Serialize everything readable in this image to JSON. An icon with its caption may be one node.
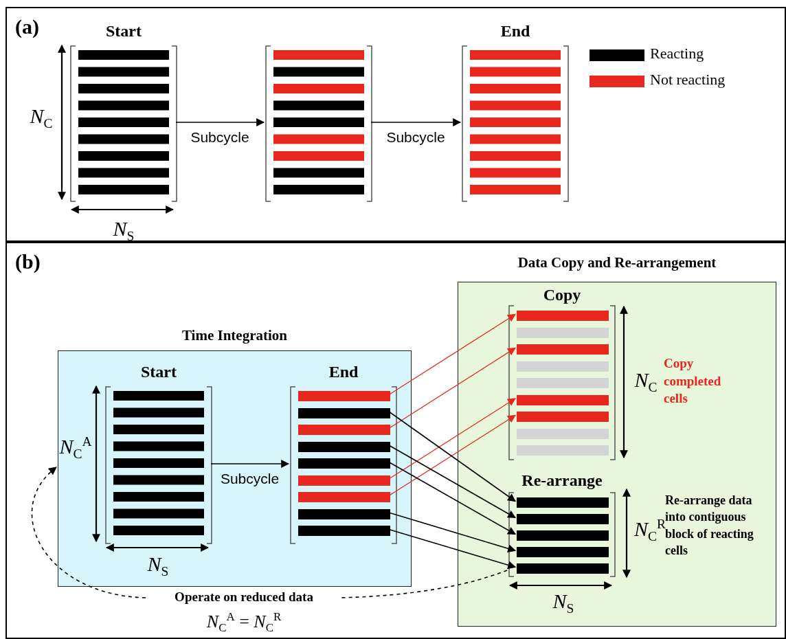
{
  "diagram": {
    "nodes": [
      {
        "text": [
          "(a)"
        ]
      },
      {
        "text": [
          "Start"
        ],
        "in": 0
      },
      {
        "text": [],
        "shape": "box",
        "in": 0
      },
      {
        "text": [
          "End"
        ],
        "in": 0
      },
      {
        "text": [
          "(b)"
        ]
      },
      {
        "text": [
          "Time Integration"
        ],
        "in": 4
      },
      {
        "text": [
          "Start"
        ],
        "in": 5
      },
      {
        "text": [
          "End"
        ],
        "in": 5
      },
      {
        "text": [],
        "shape": "bar",
        "in": 7
      },
      {
        "text": [],
        "shape": "bar",
        "in": 7
      },
      {
        "text": [],
        "shape": "bar",
        "in": 7
      },
      {
        "text": [],
        "shape": "bar",
        "in": 7
      },
      {
        "text": [],
        "shape": "bar",
        "in": 7
      },
      {
        "text": [],
        "shape": "bar",
        "in": 7
      },
      {
        "text": [],
        "shape": "bar",
        "in": 7
      },
      {
        "text": [],
        "shape": "bar",
        "in": 7
      },
      {
        "text": [],
        "shape": "bar",
        "in": 7
      },
      {
        "text": [
          "Data Copy and Re-arrangement"
        ],
        "in": 4
      },
      {
        "text": [
          "Copy"
        ],
        "in": 17
      },
      {
        "text": [],
        "shape": "bar",
        "in": 18
      },
      {
        "text": [],
        "shape": "bar",
        "in": 18
      },
      {
        "text": [],
        "shape": "bar",
        "in": 18
      },
      {
        "text": [],
        "shape": "bar",
        "in": 18
      },
      {
        "text": [],
        "shape": "bar",
        "in": 18
      },
      {
        "text": [],
        "shape": "bar",
        "in": 18
      },
      {
        "text": [],
        "shape": "bar",
        "in": 18
      },
      {
        "text": [],
        "shape": "bar",
        "in": 18
      },
      {
        "text": [],
        "shape": "bar",
        "in": 18
      },
      {
        "text": [
          "Re-arrange"
        ],
        "in": 17
      },
      {
        "text": [],
        "shape": "bar",
        "in": 28
      },
      {
        "text": [],
        "shape": "bar",
        "in": 28
      },
      {
        "text": [],
        "shape": "bar",
        "in": 28
      },
      {
        "text": [],
        "shape": "bar",
        "in": 28
      },
      {
        "text": [],
        "shape": "bar",
        "in": 28
      },
      {
        "text": [
          "Operate on reduced data",
          "*N*$_{C}$$^{A}$ = *N*$_{C}$$^{R}$"
        ],
        "in": 4
      }
    ],
    "edges": [
      {
        "from": 1,
        "to": 2,
        "arrow": "to",
        "label": "Subcycle"
      },
      {
        "from": 2,
        "to": 3,
        "arrow": "to",
        "label": "Subcycle"
      },
      {
        "from": 6,
        "to": 7,
        "arrow": "to",
        "label": "Subcycle"
      },
      {
        "from": 8,
        "to": 19,
        "arrow": "to",
        "color": "#e8281e"
      },
      {
        "from": 10,
        "to": 21,
        "arrow": "to",
        "color": "#e8281e"
      },
      {
        "from": 13,
        "to": 24,
        "arrow": "to",
        "color": "#e8281e"
      },
      {
        "from": 14,
        "to": 25,
        "arrow": "to",
        "color": "#e8281e"
      },
      {
        "from": 9,
        "to": 29,
        "arrow": "to"
      },
      {
        "from": 11,
        "to": 30,
        "arrow": "to"
      },
      {
        "from": 12,
        "to": 31,
        "arrow": "to"
      },
      {
        "from": 15,
        "to": 32,
        "arrow": "to"
      },
      {
        "from": 16,
        "to": 33,
        "arrow": "to"
      },
      {
        "from": 34,
        "to": 5,
        "arrow": "to",
        "style": "dashed"
      },
      {
        "from": 28,
        "to": 34,
        "arrow": "none",
        "style": "dashed"
      }
    ],
    "labels": [
      "*N*$_{C}$",
      "*N*$_{S}$",
      "*N*$_{C}$$^{A}$",
      "*N*$_{S}$",
      "*N*$_{C}$",
      "Copy completed cells",
      "*N*$_{C}$$^{R}$",
      "Re-arrange data into contiguous block of reacting cells",
      "*N*$_{S}$"
    ],
    "legend": [
      {
        "text": "Reacting",
        "color": "#000000"
      },
      {
        "text": "Not reacting",
        "color": "#e8281e"
      }
    ]
  }
}
